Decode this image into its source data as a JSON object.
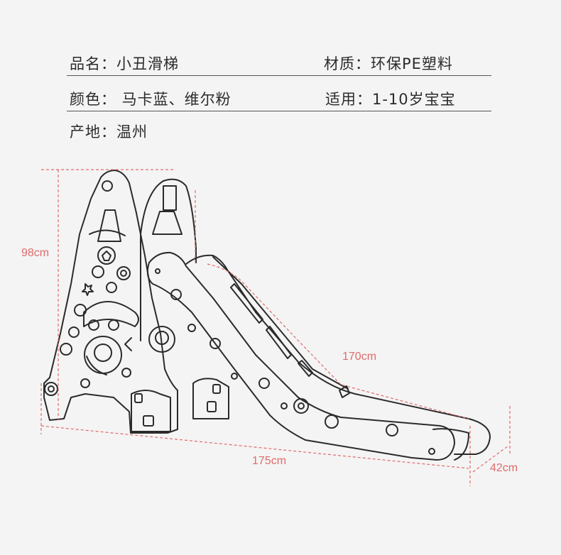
{
  "specs": {
    "name": "品名：小丑滑梯",
    "material": "材质：环保PE塑料",
    "color": "颜色：  马卡蓝、维尔粉",
    "age": "适用：1-10岁宝宝",
    "origin": "产地：温州"
  },
  "dimensions": {
    "height": "98cm",
    "slide_length": "170cm",
    "total_length": "175cm",
    "width": "42cm"
  },
  "colors": {
    "dimension_line": "#e26a6a",
    "outline": "#2b2b2b",
    "background": "#f4f4f4"
  }
}
